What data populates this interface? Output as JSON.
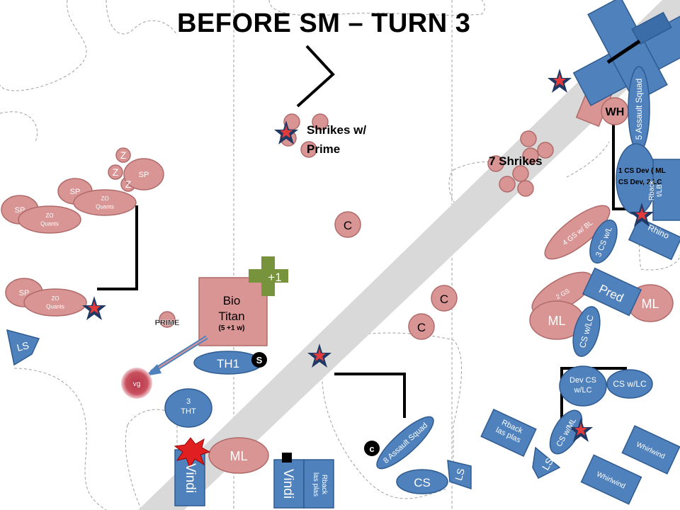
{
  "title": "BEFORE SM – TURN 3",
  "colors": {
    "enemy": "#d99594",
    "enemy_stroke": "#b06a6a",
    "marine": "#4f81bd",
    "marine_stroke": "#2f5b90",
    "road": "#d9d9d9",
    "bonus": "#77933c",
    "objective_star": "#1f3864",
    "objective_star_inner": "#e23b3b"
  },
  "units": {
    "shrikes_prime": "Shrikes w/\nPrime",
    "seven_shrikes": "7 Shrikes",
    "c1": "C",
    "c2": "C",
    "c3": "C",
    "c_small": "c",
    "bio_titan": "Bio\nTitan",
    "bio_titan_wounds": "(5 +1 w)",
    "plus_one": "+1",
    "prime": "PRIME",
    "wh": "WH",
    "ml_right": "ML",
    "ml_mid": "ML",
    "ml_bottom": "ML",
    "two_gs": "2 GS",
    "four_gs": "4 GS w/ BL",
    "vg": "vg",
    "z1": "Z",
    "z2": "Z",
    "z3": "Z",
    "sp1": "SP",
    "sp2": "SP",
    "sp3": "SP",
    "sp4": "SP",
    "zo1": "ZO\nQuants",
    "zo2": "ZO\nQuants",
    "zo3": "ZO\nQuants",
    "assault5": "5 Assault Squad",
    "cs_dev_lc": "1 CS Dev ( ML\nCS Dev, 2 LC",
    "rback_tlb": "Rback\nt/LB",
    "rhino": "Rhino",
    "three_cs_wl": "3 CS w/L",
    "pred": "Pred",
    "cs_wlc_a": "CS w/LC",
    "dev_cs_wlc": "Dev CS\nw/LC",
    "cs_wlc_b": "CS w/LC",
    "cs_wml": "CS w/ML",
    "rback_las": "Rback\nlas plas",
    "ls_a": "LS",
    "ls_b": "LS",
    "ls_c": "LS",
    "whirlwind_a": "Whirlwind",
    "whirlwind_b": "Whirlwind",
    "assault8": "8 Assault Squad",
    "cs": "CS",
    "vindi_a": "Vindi",
    "vindi_b": "Vindi",
    "rback_las_2": "Rback\nlas plas",
    "th1": "TH1",
    "s": "S",
    "three_tht": "3\nTHT"
  }
}
